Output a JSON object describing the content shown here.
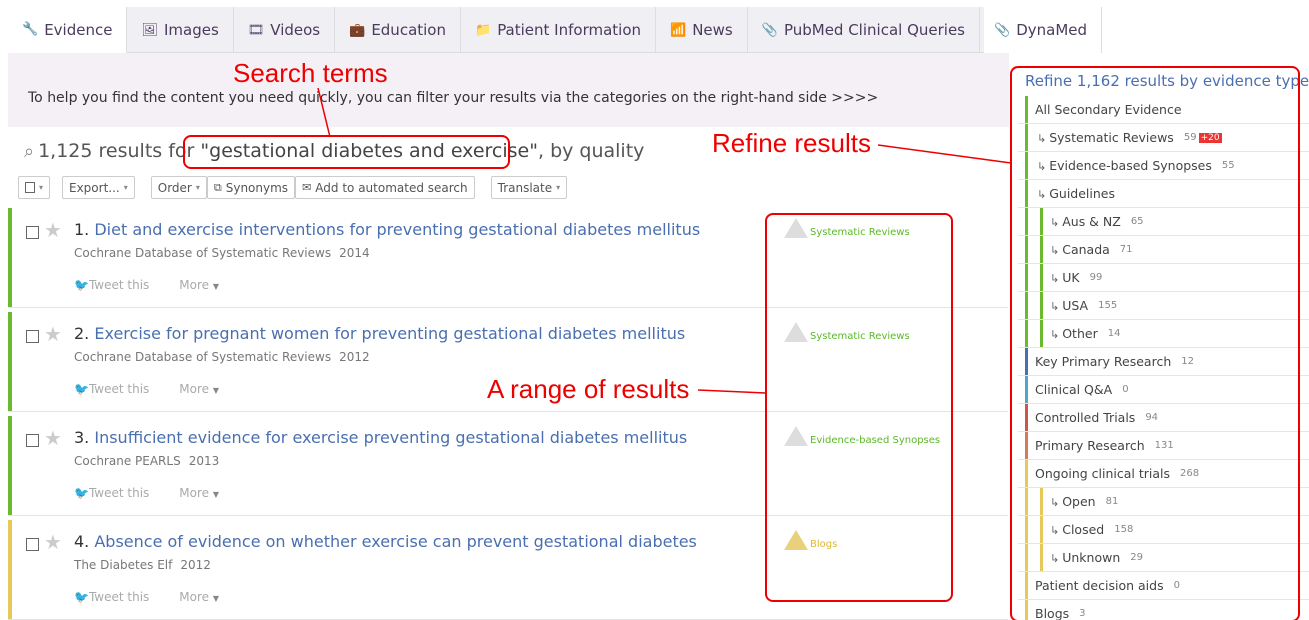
{
  "tabs": [
    {
      "icon": "wrench-icon",
      "glyph": "🔧",
      "label": "Evidence"
    },
    {
      "icon": "images-icon",
      "glyph": "🖼",
      "label": "Images"
    },
    {
      "icon": "videos-icon",
      "glyph": "🎞",
      "label": "Videos"
    },
    {
      "icon": "education-icon",
      "glyph": "💼",
      "label": "Education"
    },
    {
      "icon": "folder-icon",
      "glyph": "📁",
      "label": "Patient Information"
    },
    {
      "icon": "rss-icon",
      "glyph": "📶",
      "label": "News"
    },
    {
      "icon": "paperclip-icon",
      "glyph": "📎",
      "label": "PubMed Clinical Queries"
    },
    {
      "icon": "paperclip-icon",
      "glyph": "📎",
      "label": "DynaMed"
    }
  ],
  "intro": "To help you find the content you need quickly, you can filter your results via the categories on the right-hand side >>>>",
  "results_header": {
    "prefix": "1,125 results for ",
    "query": "\"gestational diabetes and exercise\"",
    "suffix": ", by quality"
  },
  "toolbar": {
    "select_all_caret": "▾",
    "export": "Export...",
    "order": "Order",
    "synonyms": "Synonyms",
    "automated": "Add to automated search",
    "translate": "Translate",
    "caret": "▾"
  },
  "results": [
    {
      "num": "1.",
      "title": "Diet and exercise interventions for preventing gestational diabetes mellitus",
      "source": "Cochrane Database of Systematic Reviews",
      "year": "2014",
      "tag": "Systematic Reviews",
      "tag_color": "#5cb82a",
      "bar_color": "#6ab930",
      "tweet": "Tweet this",
      "more": "More"
    },
    {
      "num": "2.",
      "title": "Exercise for pregnant women for preventing gestational diabetes mellitus",
      "source": "Cochrane Database of Systematic Reviews",
      "year": "2012",
      "tag": "Systematic Reviews",
      "tag_color": "#5cb82a",
      "bar_color": "#6ab930",
      "tweet": "Tweet this",
      "more": "More"
    },
    {
      "num": "3.",
      "title": "Insufficient evidence for exercise preventing gestational diabetes mellitus",
      "source": "Cochrane PEARLS",
      "year": "2013",
      "tag": "Evidence-based Synopses",
      "tag_color": "#5cb82a",
      "bar_color": "#6ab930",
      "tweet": "Tweet this",
      "more": "More"
    },
    {
      "num": "4.",
      "title": "Absence of evidence on whether exercise can prevent gestational diabetes",
      "source": "The Diabetes Elf",
      "year": "2012",
      "tag": "Blogs",
      "tag_color": "#e2b72c",
      "bar_color": "#e6c95a",
      "tweet": "Tweet this",
      "more": "More"
    }
  ],
  "sidebar": {
    "title": "Refine 1,162 results by evidence type",
    "items": [
      {
        "label": "All Secondary Evidence",
        "count": "",
        "level": 0,
        "color": "#6ab930"
      },
      {
        "label": "Systematic Reviews",
        "count": "59",
        "new": "+20",
        "level": 1,
        "color": "#6ab930"
      },
      {
        "label": "Evidence-based Synopses",
        "count": "55",
        "level": 1,
        "color": "#6ab930"
      },
      {
        "label": "Guidelines",
        "count": "",
        "level": 1,
        "color": "#6ab930"
      },
      {
        "label": "Aus & NZ",
        "count": "65",
        "level": 2,
        "color": "#6ab930"
      },
      {
        "label": "Canada",
        "count": "71",
        "level": 2,
        "color": "#6ab930"
      },
      {
        "label": "UK",
        "count": "99",
        "level": 2,
        "color": "#6ab930"
      },
      {
        "label": "USA",
        "count": "155",
        "level": 2,
        "color": "#6ab930"
      },
      {
        "label": "Other",
        "count": "14",
        "level": 2,
        "color": "#6ab930"
      },
      {
        "label": "Key Primary Research",
        "count": "12",
        "level": 0,
        "color": "#4a6fb0"
      },
      {
        "label": "Clinical Q&A",
        "count": "0",
        "level": 0,
        "color": "#4fa7c8"
      },
      {
        "label": "Controlled Trials",
        "count": "94",
        "level": 0,
        "color": "#c9584a"
      },
      {
        "label": "Primary Research",
        "count": "131",
        "level": 0,
        "color": "#d27a5a"
      },
      {
        "label": "Ongoing clinical trials",
        "count": "268",
        "level": 0,
        "color": "#e6c95a"
      },
      {
        "label": "Open",
        "count": "81",
        "level": 2,
        "color": "#e6c95a"
      },
      {
        "label": "Closed",
        "count": "158",
        "level": 2,
        "color": "#e6c95a"
      },
      {
        "label": "Unknown",
        "count": "29",
        "level": 2,
        "color": "#e6c95a"
      },
      {
        "label": "Patient decision aids",
        "count": "0",
        "level": 0,
        "color": "#e6c95a"
      },
      {
        "label": "Blogs",
        "count": "3",
        "level": 0,
        "color": "#e6c95a"
      }
    ]
  },
  "annotations": {
    "search_terms": "Search terms",
    "refine_results": "Refine results",
    "range_results": "A range of results",
    "color": "#e00000"
  }
}
